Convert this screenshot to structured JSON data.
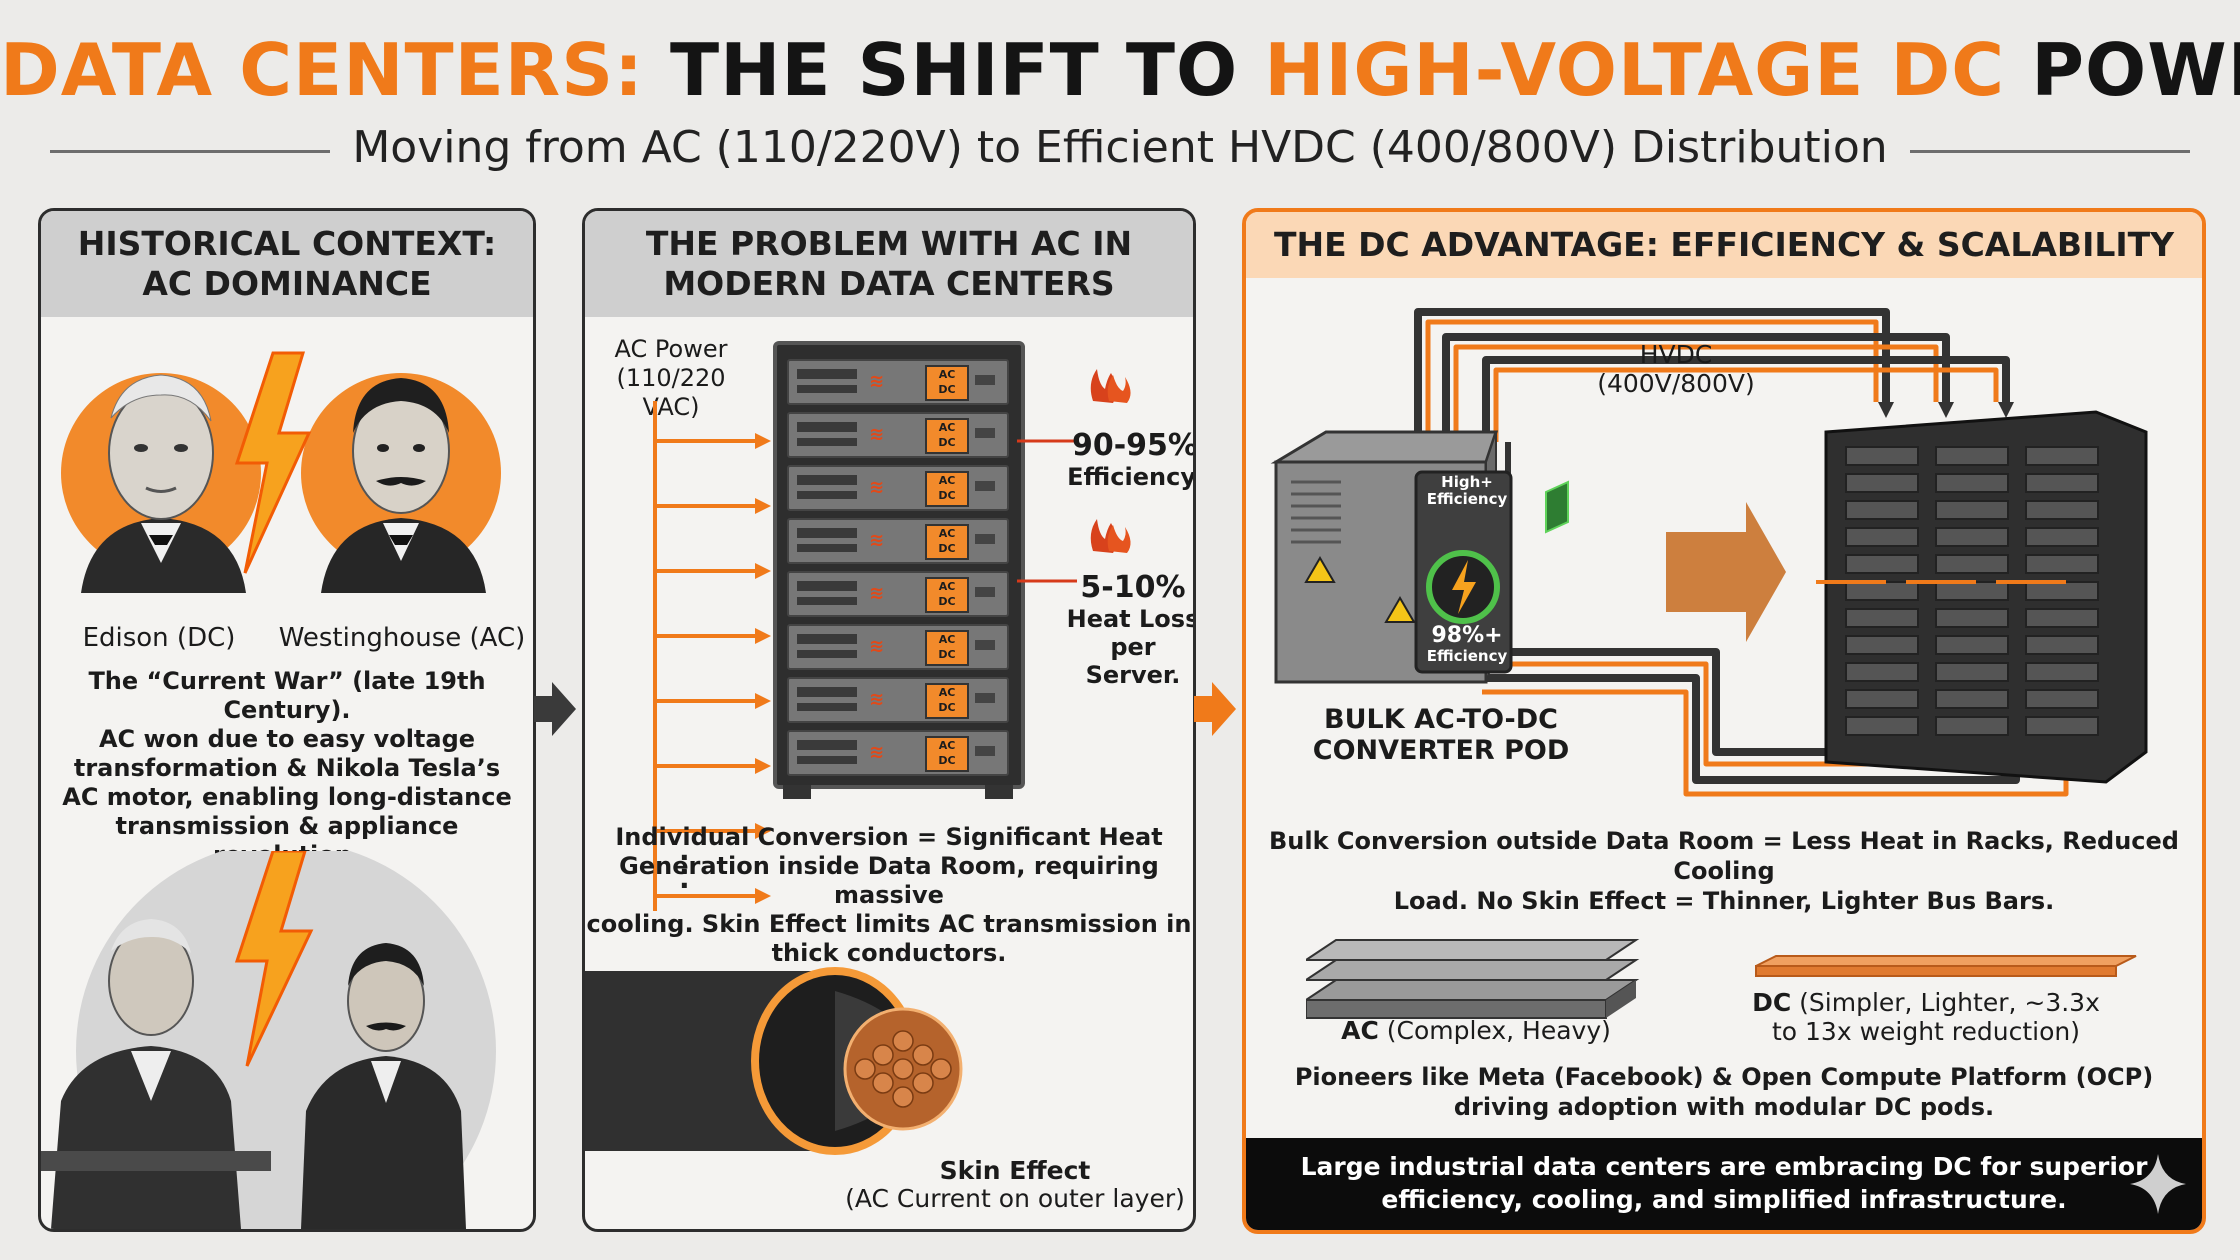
{
  "header": {
    "title_part1": "DATA CENTERS:",
    "title_part2": "THE SHIFT TO",
    "title_part3": "HIGH-VOLTAGE DC",
    "title_part4": "POWER",
    "subtitle": "Moving from AC (110/220V) to Efficient HVDC (400/800V) Distribution"
  },
  "panel1": {
    "heading_line1": "HISTORICAL CONTEXT:",
    "heading_line2": "AC DOMINANCE",
    "label_edison": "Edison (DC)",
    "label_westinghouse": "Westinghouse (AC)",
    "body_lines": [
      "The “Current War” (late 19th Century).",
      "AC won due to easy voltage",
      "transformation & Nikola Tesla’s",
      "AC motor, enabling long-distance",
      "transmission & appliance revolution."
    ]
  },
  "panel2": {
    "heading_line1": "THE PROBLEM WITH AC IN",
    "heading_line2": "MODERN DATA CENTERS",
    "ac_power_line1": "AC Power",
    "ac_power_line2": "(110/220 VAC)",
    "psu_label_top": "AC",
    "psu_label_bottom": "DC",
    "eff_value": "90-95%",
    "eff_label": "Efficiency.",
    "loss_value": "5-10%",
    "loss_label_line1": "Heat Loss",
    "loss_label_line2": "per Server.",
    "body_lines": [
      "Individual Conversion = Significant Heat",
      "Generation inside Data Room, requiring massive",
      "cooling. Skin Effect limits AC transmission in",
      "thick conductors."
    ],
    "skin_title": "Skin Effect",
    "skin_sub": "(AC Current on outer layer)"
  },
  "panel3": {
    "heading": "THE DC ADVANTAGE: EFFICIENCY & SCALABILITY",
    "hvdc_line1": "HVDC",
    "hvdc_line2": "(400V/800V)",
    "pod_badge_top_line1": "High+",
    "pod_badge_top_line2": "Efficiency",
    "pod_badge_pct": "98%+",
    "pod_badge_label": "Efficiency",
    "pod_label_line1": "BULK AC-TO-DC",
    "pod_label_line2": "CONVERTER POD",
    "body_lines": [
      "Bulk Conversion outside Data Room = Less Heat in Racks, Reduced Cooling",
      "Load. No Skin Effect = Thinner, Lighter Bus Bars."
    ],
    "ac_bus_bold": "AC",
    "ac_bus_rest": " (Complex, Heavy)",
    "dc_bus_bold": "DC",
    "dc_bus_rest_line1": " (Simpler, Lighter, ~3.3x",
    "dc_bus_rest_line2": "to 13x weight reduction)",
    "pioneers_lines": [
      "Pioneers like Meta (Facebook) & Open Compute Platform (OCP)",
      "driving adoption with modular DC pods."
    ],
    "banner_lines": [
      "Large industrial data centers are embracing DC for superior",
      "efficiency, cooling, and simplified infrastructure."
    ]
  },
  "colors": {
    "accent": "#f07a1a",
    "dark": "#141414",
    "panel_head_gray": "#cfcfcf",
    "panel_head_orange": "#fbd8b6"
  }
}
